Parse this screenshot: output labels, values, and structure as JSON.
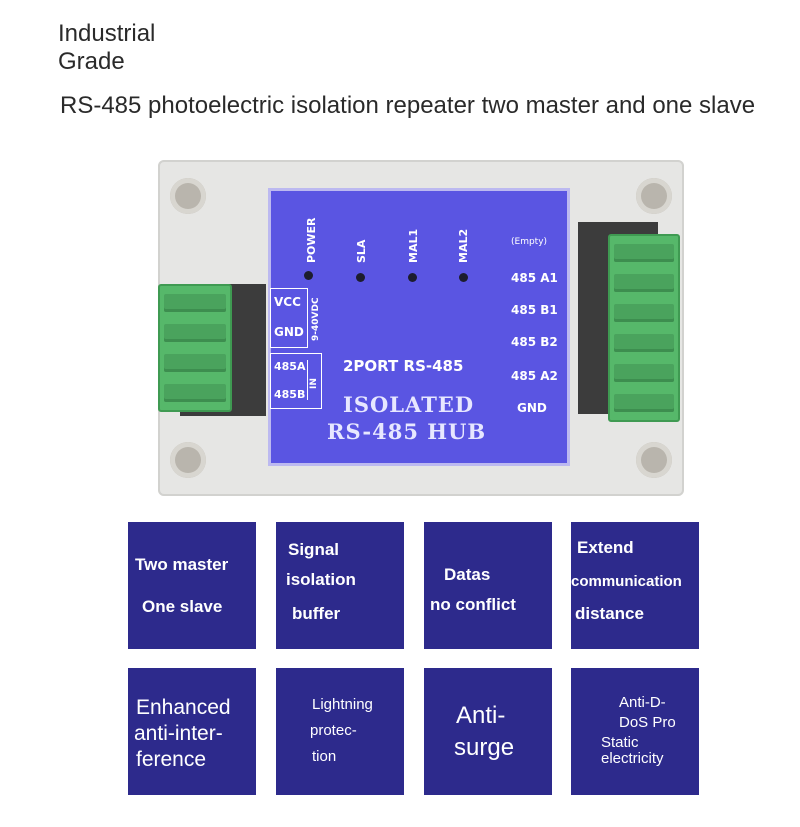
{
  "header": {
    "badge": [
      "Industrial",
      "Grade"
    ],
    "headline": "RS-485 photoelectric isolation repeater two master and one slave"
  },
  "device": {
    "leds": [
      "POWER",
      "SLA",
      "MAL1",
      "MAL2"
    ],
    "left_power_labels": [
      "VCC",
      "GND"
    ],
    "voltage_label": "9-40VDC",
    "left_input_labels": [
      "485A",
      "485B"
    ],
    "in_label": "IN",
    "right_labels": [
      "(Empty)",
      "485 A1",
      "485 B1",
      "485 B2",
      "485 A2",
      "GND"
    ],
    "subtitle": "2PORT RS-485",
    "title_line1": "ISOLATED",
    "title_line2": "RS-485 HUB"
  },
  "features_row1": [
    {
      "lines": [
        "Two master",
        "One slave"
      ]
    },
    {
      "lines": [
        "Signal",
        "isolation",
        "buffer"
      ]
    },
    {
      "lines": [
        "Datas",
        "no conflict"
      ]
    },
    {
      "lines": [
        "Extend",
        "communication",
        "distance"
      ]
    }
  ],
  "features_row2": [
    {
      "lines": [
        "Enhanced",
        "anti-inter-",
        "ference"
      ]
    },
    {
      "lines": [
        "Lightning",
        "protec-",
        "tion"
      ]
    },
    {
      "lines": [
        "Anti-",
        "surge"
      ]
    },
    {
      "lines": [
        "Anti-D-",
        "DoS Pro",
        "Static",
        "electricity"
      ]
    }
  ],
  "colors": {
    "tile_bg": "#2d2a8c",
    "label_panel": "#5a55e2",
    "terminal": "#56b86a"
  }
}
